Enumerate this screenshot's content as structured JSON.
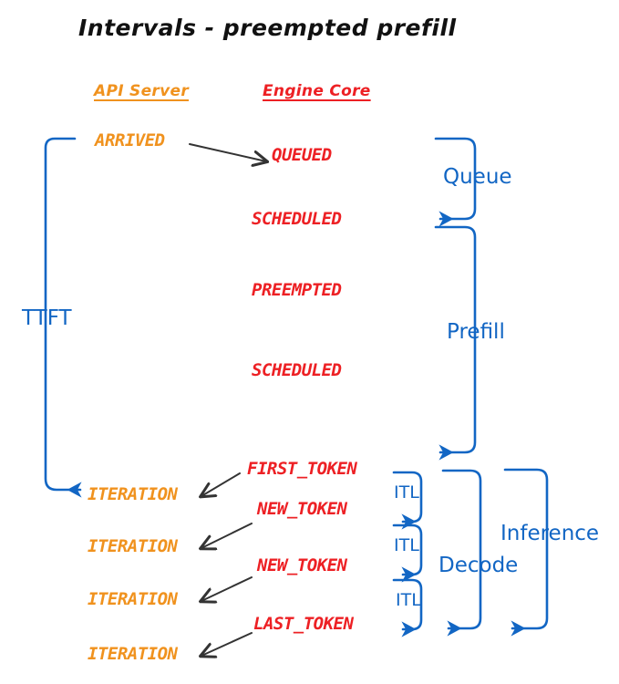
{
  "title": "Intervals - preempted prefill",
  "colors": {
    "api_server": "#F0921E",
    "engine_core": "#ED2024",
    "interval": "#1266C4",
    "arrow": "#333333",
    "background": "#FFFFFF"
  },
  "columns": {
    "api_server": "API Server",
    "engine_core": "Engine Core"
  },
  "api_events": [
    {
      "label": "ARRIVED"
    },
    {
      "label": "ITERATION"
    },
    {
      "label": "ITERATION"
    },
    {
      "label": "ITERATION"
    },
    {
      "label": "ITERATION"
    }
  ],
  "engine_events": [
    {
      "label": "QUEUED"
    },
    {
      "label": "SCHEDULED"
    },
    {
      "label": "PREEMPTED"
    },
    {
      "label": "SCHEDULED"
    },
    {
      "label": "FIRST_TOKEN"
    },
    {
      "label": "NEW_TOKEN"
    },
    {
      "label": "NEW_TOKEN"
    },
    {
      "label": "LAST_TOKEN"
    }
  ],
  "intervals": {
    "ttft": "TTFT",
    "queue": "Queue",
    "prefill": "Prefill",
    "decode": "Decode",
    "inference": "Inference",
    "itl": [
      "ITL",
      "ITL",
      "ITL"
    ]
  }
}
